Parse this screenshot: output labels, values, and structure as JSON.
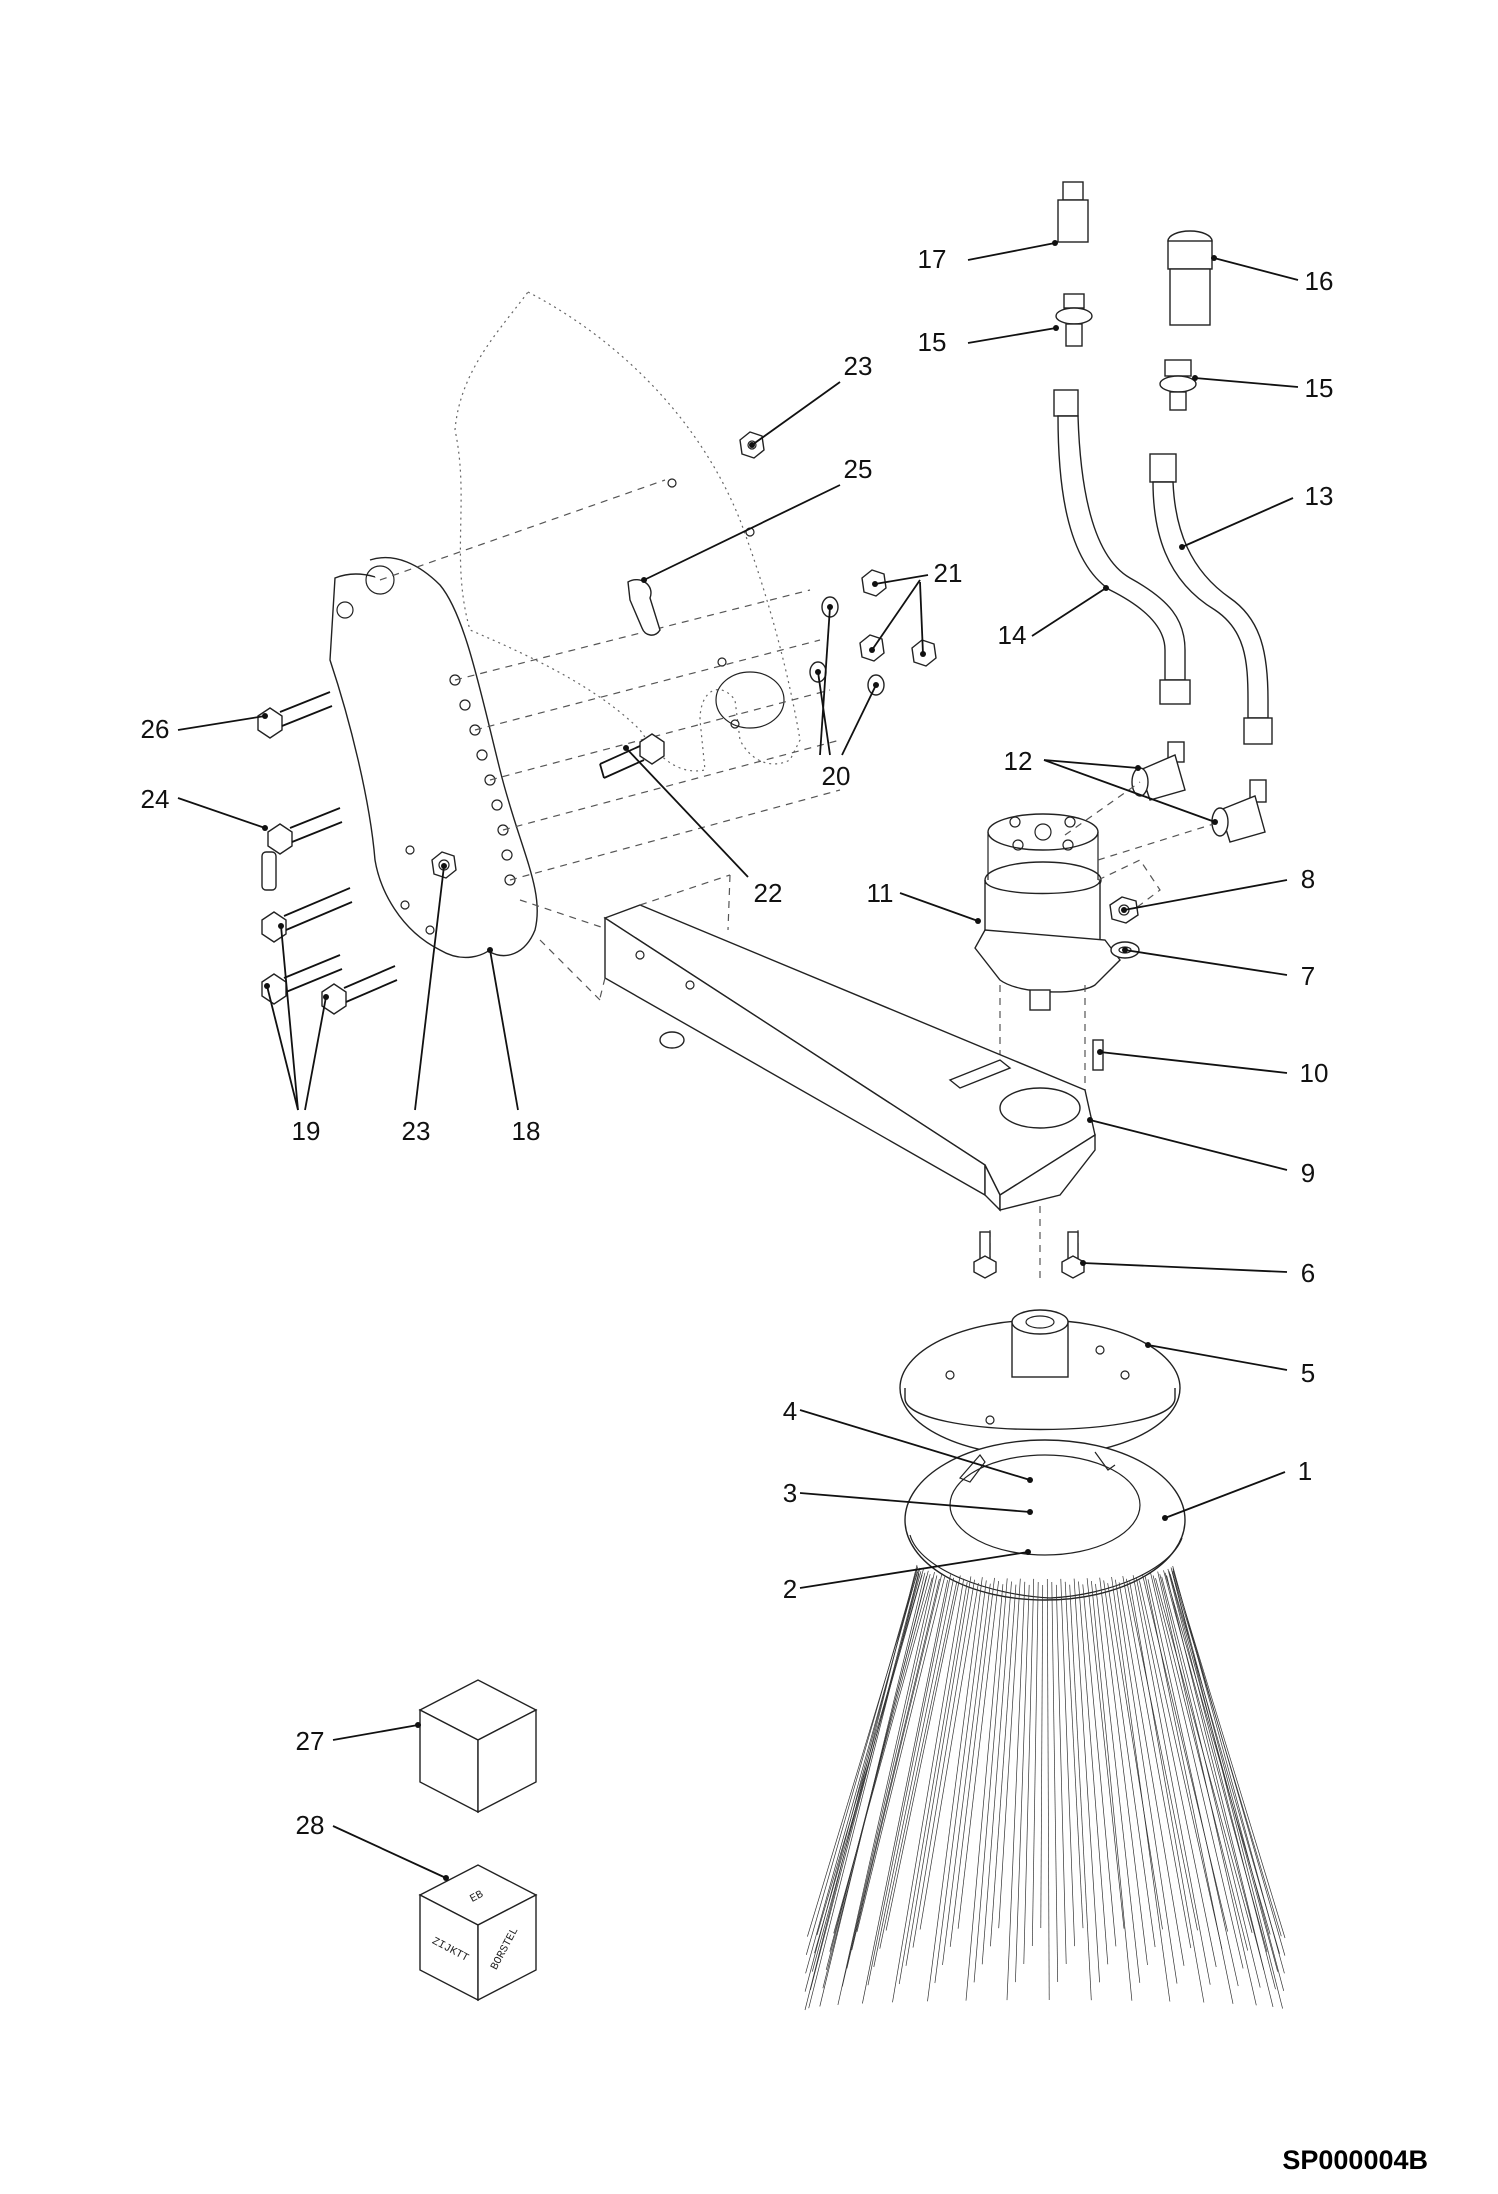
{
  "drawing_code": "SP000004B",
  "callouts": [
    {
      "id": "c17",
      "text": "17"
    },
    {
      "id": "c16",
      "text": "16"
    },
    {
      "id": "c15a",
      "text": "15"
    },
    {
      "id": "c15b",
      "text": "15"
    },
    {
      "id": "c23a",
      "text": "23"
    },
    {
      "id": "c25",
      "text": "25"
    },
    {
      "id": "c13",
      "text": "13"
    },
    {
      "id": "c21",
      "text": "21"
    },
    {
      "id": "c14",
      "text": "14"
    },
    {
      "id": "c26",
      "text": "26"
    },
    {
      "id": "c20",
      "text": "20"
    },
    {
      "id": "c12",
      "text": "12"
    },
    {
      "id": "c24",
      "text": "24"
    },
    {
      "id": "c22",
      "text": "22"
    },
    {
      "id": "c11",
      "text": "11"
    },
    {
      "id": "c8",
      "text": "8"
    },
    {
      "id": "c7",
      "text": "7"
    },
    {
      "id": "c10",
      "text": "10"
    },
    {
      "id": "c19",
      "text": "19"
    },
    {
      "id": "c23b",
      "text": "23"
    },
    {
      "id": "c18",
      "text": "18"
    },
    {
      "id": "c9",
      "text": "9"
    },
    {
      "id": "c6",
      "text": "6"
    },
    {
      "id": "c5",
      "text": "5"
    },
    {
      "id": "c4",
      "text": "4"
    },
    {
      "id": "c1",
      "text": "1"
    },
    {
      "id": "c3",
      "text": "3"
    },
    {
      "id": "c2",
      "text": "2"
    },
    {
      "id": "c27",
      "text": "27"
    },
    {
      "id": "c28",
      "text": "28"
    }
  ],
  "box_markings": {
    "top": "EB",
    "left": "ZIJKTT",
    "right": "BORSTEL"
  }
}
